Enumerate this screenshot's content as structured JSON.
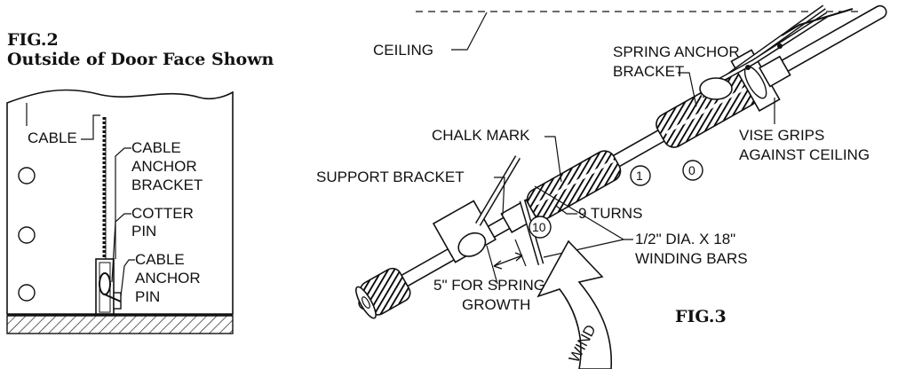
{
  "fig2": {
    "number": "FIG.2",
    "subtitle": "Outside of Door Face Shown",
    "labels": {
      "cable": "CABLE",
      "cable_anchor_bracket": [
        "CABLE",
        "ANCHOR",
        "BRACKET"
      ],
      "cotter_pin": [
        "COTTER",
        "PIN"
      ],
      "cable_anchor_pin": [
        "CABLE",
        "ANCHOR",
        "PIN"
      ]
    }
  },
  "fig3": {
    "number": "FIG.3",
    "labels": {
      "ceiling": "CEILING",
      "spring_anchor_bracket": [
        "SPRING ANCHOR",
        "BRACKET"
      ],
      "vise_grips": [
        "VISE GRIPS",
        "AGAINST CEILING"
      ],
      "chalk_mark": "CHALK MARK",
      "support_bracket": "SUPPORT BRACKET",
      "nine_turns": "9 TURNS",
      "winding_bars": [
        "1/2\" DIA. X 18\"",
        "WINDING BARS"
      ],
      "spring_growth": [
        "5\" FOR SPRING",
        "GROWTH"
      ],
      "wind": "WIND",
      "marker_zero": "0",
      "marker_one": "1",
      "marker_ten": "10"
    }
  }
}
